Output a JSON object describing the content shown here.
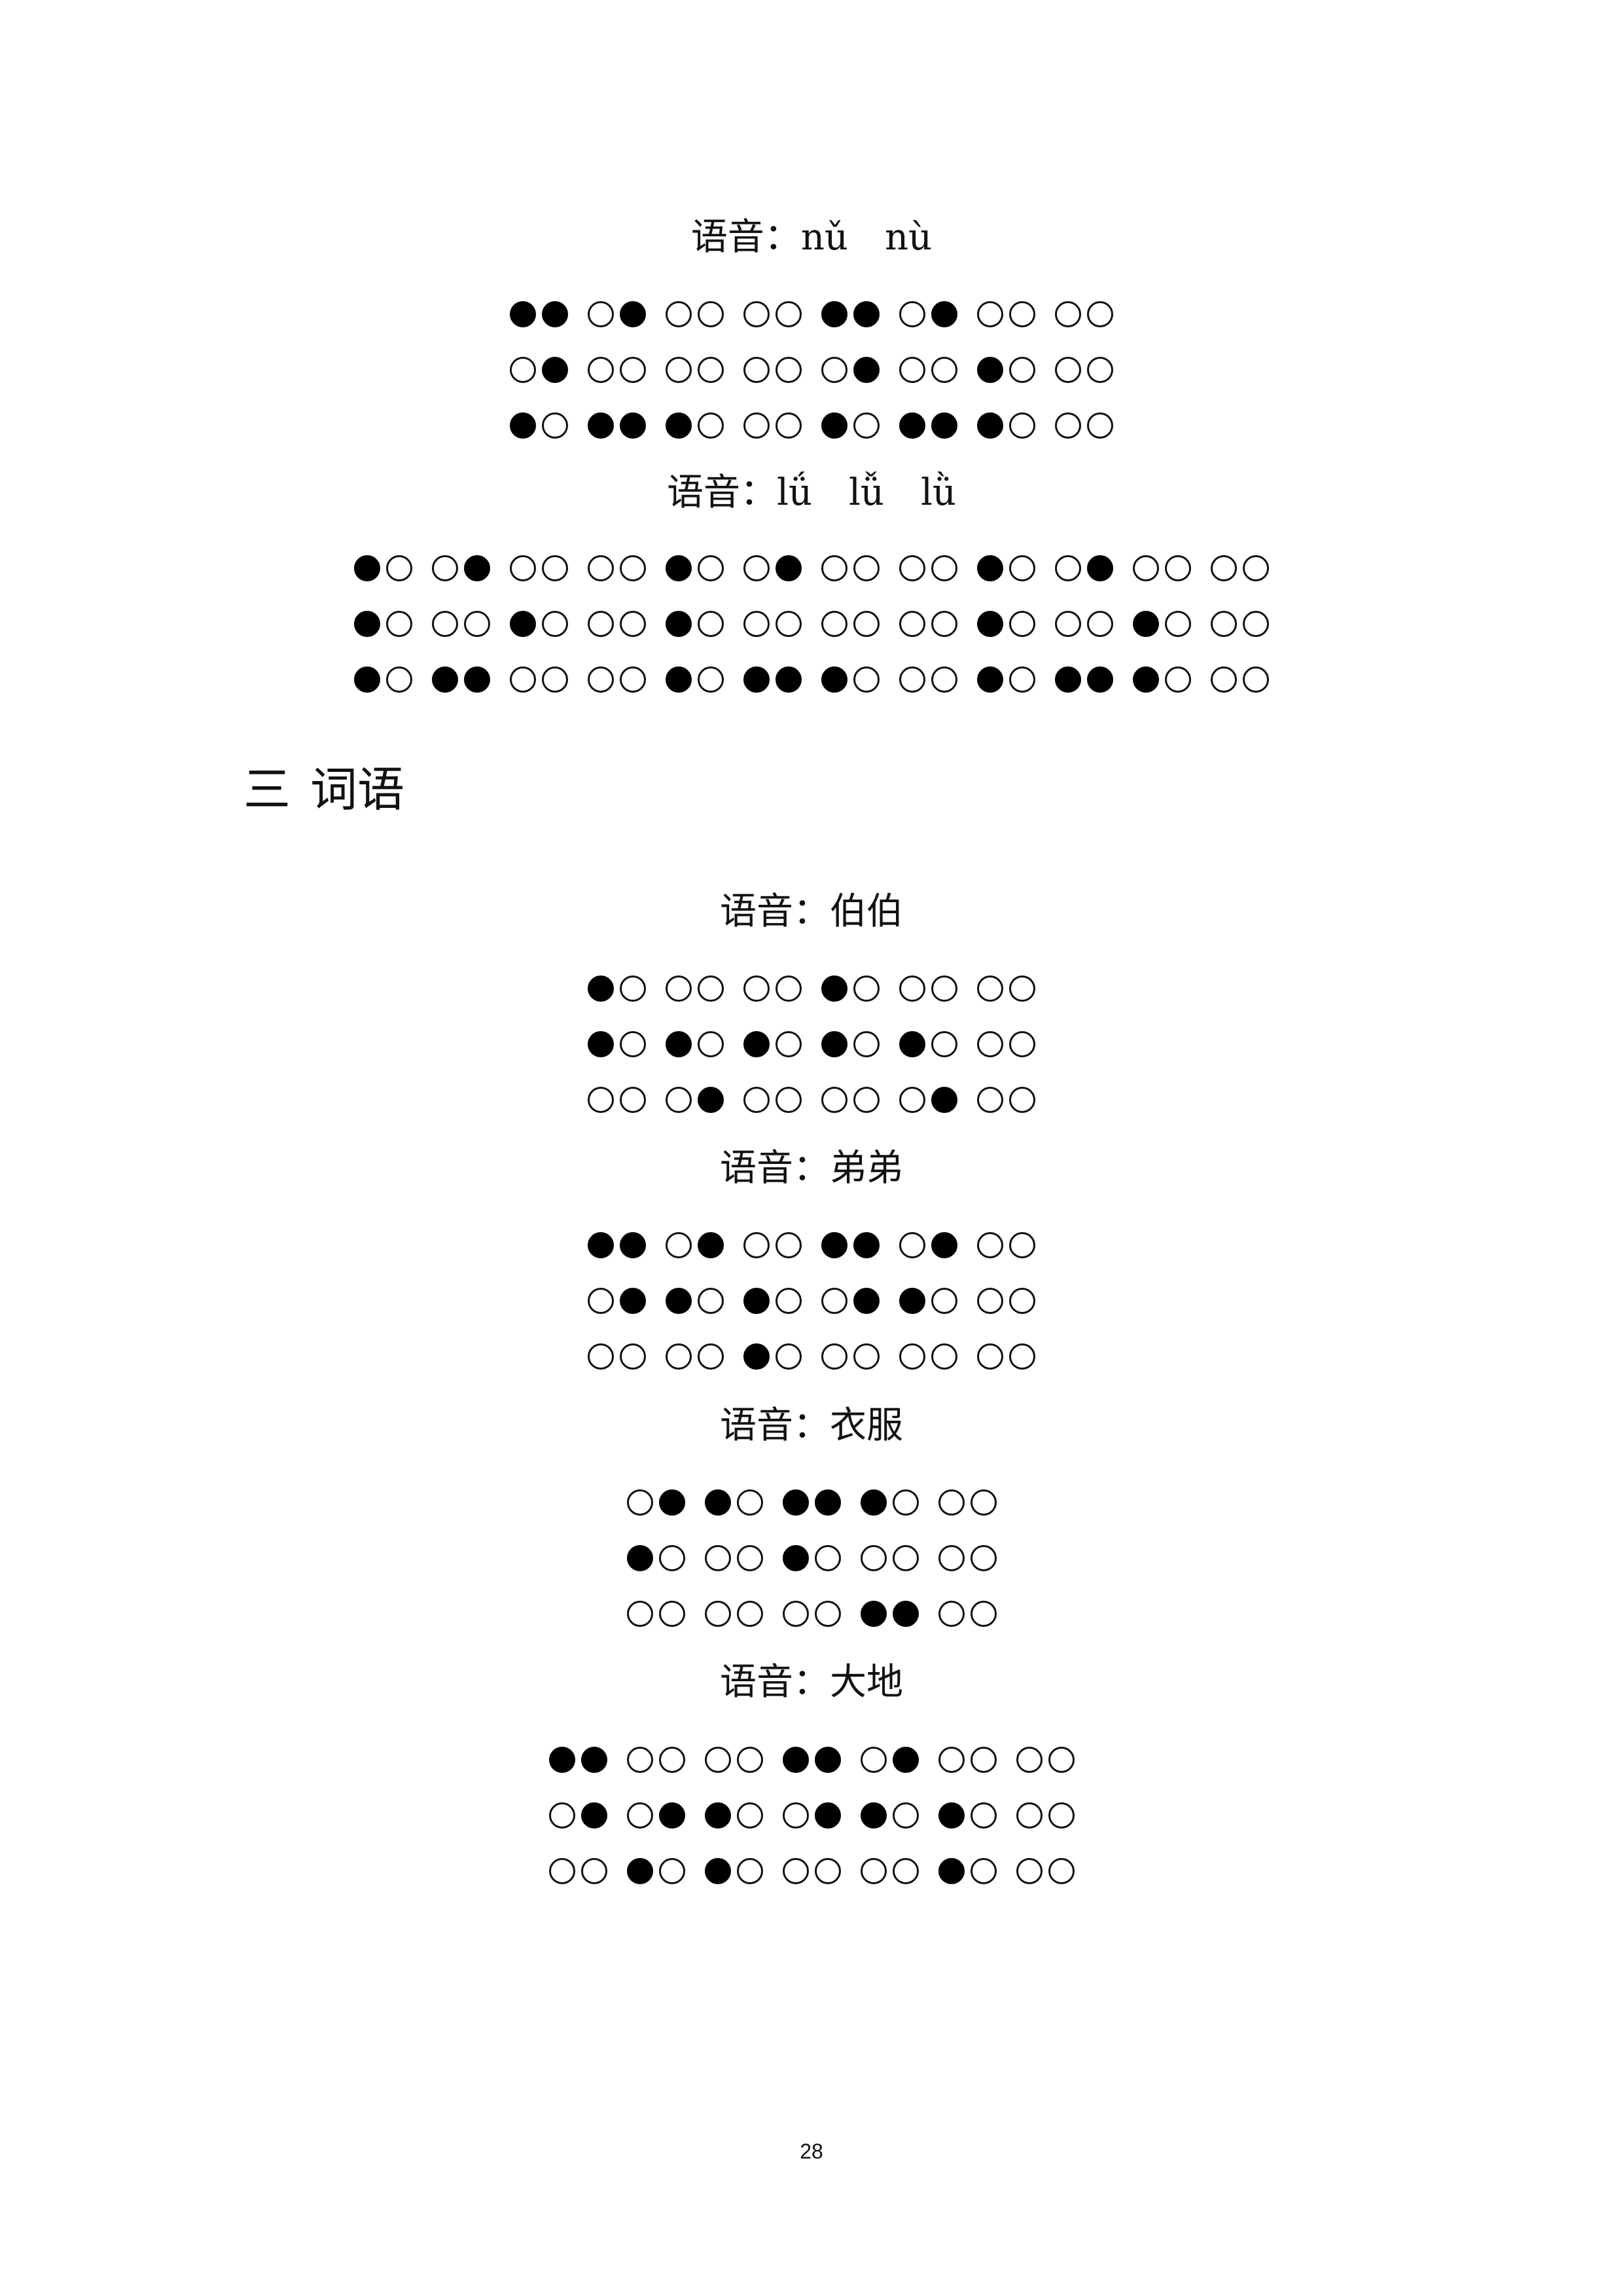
{
  "blocks": [
    {
      "kind": "label",
      "prefix": "语音：",
      "text": "nǔ　nù"
    },
    {
      "kind": "braille",
      "rows": [
        [
          "11",
          "01",
          "00",
          "00",
          "11",
          "01",
          "00",
          "00"
        ],
        [
          "01",
          "00",
          "00",
          "00",
          "01",
          "00",
          "10",
          "00"
        ],
        [
          "10",
          "11",
          "10",
          "00",
          "10",
          "11",
          "10",
          "00"
        ]
      ]
    },
    {
      "kind": "label",
      "prefix": "语音：",
      "text": "lǘ　lǚ　lǜ"
    },
    {
      "kind": "braille",
      "rows": [
        [
          "10",
          "01",
          "00",
          "00",
          "10",
          "01",
          "00",
          "00",
          "10",
          "01",
          "00",
          "00"
        ],
        [
          "10",
          "00",
          "10",
          "00",
          "10",
          "00",
          "00",
          "00",
          "10",
          "00",
          "10",
          "00"
        ],
        [
          "10",
          "11",
          "00",
          "00",
          "10",
          "11",
          "10",
          "00",
          "10",
          "11",
          "10",
          "00"
        ]
      ]
    },
    {
      "kind": "section",
      "num": "三",
      "title": "词语"
    },
    {
      "kind": "label",
      "prefix": "语音：",
      "text": "伯伯"
    },
    {
      "kind": "braille",
      "rows": [
        [
          "10",
          "00",
          "00",
          "10",
          "00",
          "00"
        ],
        [
          "10",
          "10",
          "10",
          "10",
          "10",
          "00"
        ],
        [
          "00",
          "01",
          "00",
          "00",
          "01",
          "00"
        ]
      ]
    },
    {
      "kind": "label",
      "prefix": "语音：",
      "text": "弟弟"
    },
    {
      "kind": "braille",
      "rows": [
        [
          "11",
          "01",
          "00",
          "11",
          "01",
          "00"
        ],
        [
          "01",
          "10",
          "10",
          "01",
          "10",
          "00"
        ],
        [
          "00",
          "00",
          "10",
          "00",
          "00",
          "00"
        ]
      ]
    },
    {
      "kind": "label",
      "prefix": "语音：",
      "text": "衣服"
    },
    {
      "kind": "braille",
      "rows": [
        [
          "01",
          "10",
          "11",
          "10",
          "00"
        ],
        [
          "10",
          "00",
          "10",
          "00",
          "00"
        ],
        [
          "00",
          "00",
          "00",
          "11",
          "00"
        ]
      ]
    },
    {
      "kind": "label",
      "prefix": "语音：",
      "text": "大地"
    },
    {
      "kind": "braille",
      "rows": [
        [
          "11",
          "00",
          "00",
          "11",
          "01",
          "00",
          "00"
        ],
        [
          "01",
          "01",
          "10",
          "01",
          "10",
          "10",
          "00"
        ],
        [
          "00",
          "10",
          "10",
          "00",
          "00",
          "10",
          "00"
        ]
      ]
    }
  ],
  "page_number": "28"
}
